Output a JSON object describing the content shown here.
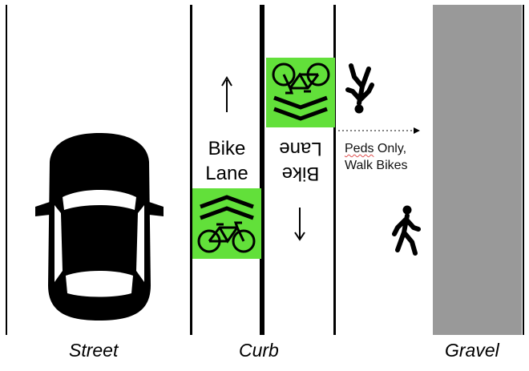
{
  "lanes": {
    "bike_lane_up": {
      "line1": "Bike",
      "line2": "Lane"
    },
    "bike_lane_down": {
      "line1": "Bike",
      "line2": "Lane"
    }
  },
  "peds_zone": {
    "text_part1": "Peds",
    "text_part2": " Only,",
    "text_line2": "Walk Bikes"
  },
  "bottom_labels": {
    "street": "Street",
    "curb": "Curb",
    "gravel": "Gravel"
  },
  "colors": {
    "bike_green": "#62e03a",
    "gravel_gray": "#999999",
    "line_black": "#000000"
  },
  "icons": [
    "car-icon",
    "bicycle-icon",
    "chevron-icon",
    "pedestrian-icon",
    "arrow-up-icon",
    "arrow-down-icon"
  ]
}
